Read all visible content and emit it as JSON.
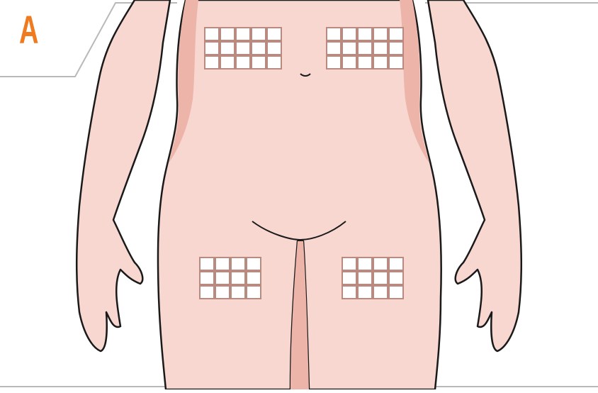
{
  "figure": {
    "panel_label": "A"
  },
  "colors": {
    "label": "#F07A1F",
    "frame": "#B9B9B9",
    "skin": "#F8D7D1",
    "skin_shade": "#EDB5AA",
    "outline": "#1A1A1A",
    "grid_line": "#B98A80",
    "grid_cell": "#FFFFFF"
  },
  "injection_sites": [
    {
      "name": "abdomen-left",
      "rows": 3,
      "cols": 5
    },
    {
      "name": "abdomen-right",
      "rows": 3,
      "cols": 5
    },
    {
      "name": "thigh-left",
      "rows": 3,
      "cols": 4
    },
    {
      "name": "thigh-right",
      "rows": 3,
      "cols": 4
    }
  ]
}
